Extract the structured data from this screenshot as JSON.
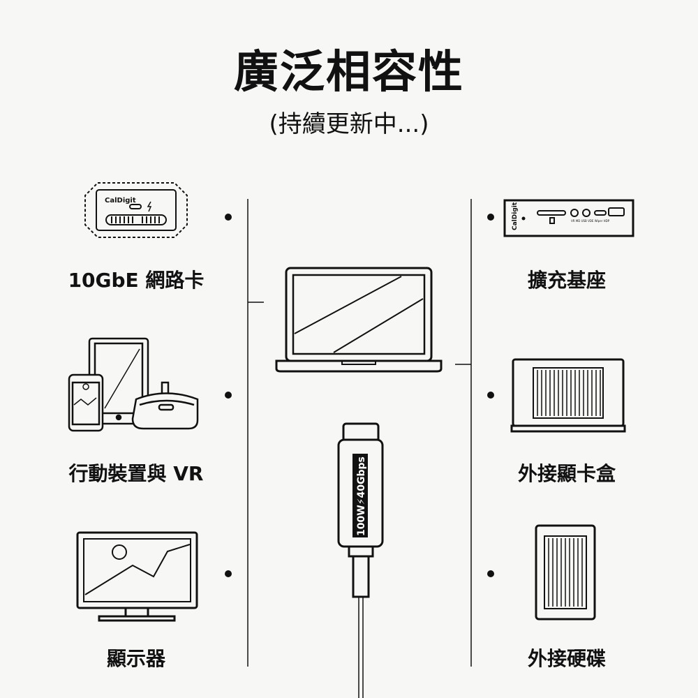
{
  "header": {
    "title": "廣泛相容性",
    "subtitle": "(持續更新中...)"
  },
  "left_items": [
    {
      "label": "10GbE 網路卡",
      "icon": "network-adapter"
    },
    {
      "label": "行動裝置與 VR",
      "icon": "mobile-devices-vr"
    },
    {
      "label": "顯示器",
      "icon": "monitor"
    }
  ],
  "right_items": [
    {
      "label": "擴充基座",
      "icon": "docking-station"
    },
    {
      "label": "外接顯卡盒",
      "icon": "egpu-enclosure"
    },
    {
      "label": "外接硬碟",
      "icon": "external-ssd"
    }
  ],
  "devices": {
    "adapter_brand": "CalDigit",
    "dock_brand": "CalDigit",
    "dock_ports": "VR  MD   USB  VDE  Wiper  HDP",
    "cable_spec": "100W⚡40Gbps"
  },
  "colors": {
    "line": "#111111",
    "background": "#f7f7f5"
  }
}
